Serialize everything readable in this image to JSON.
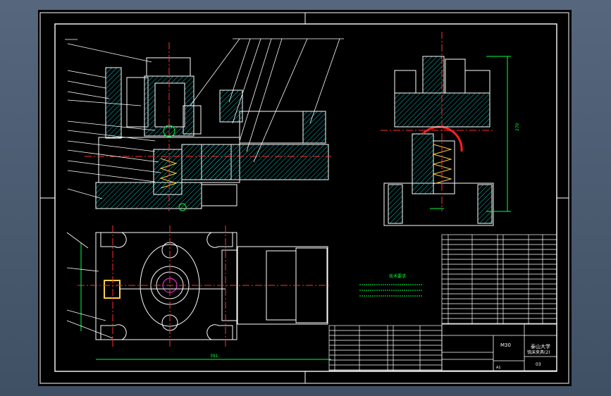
{
  "title_block": {
    "scale_code": "M30",
    "school": "泰山大学",
    "drawing_name": "铣床夹具(2)",
    "drawing_no": "03",
    "sheet_label": "A1"
  },
  "notes": {
    "heading": "技术要求"
  },
  "dimensions": {
    "plan_width": "391",
    "side_height": "270"
  },
  "colors": {
    "frame": "#ffffff",
    "outline": "#ffffff",
    "hatch": "#00c8c8",
    "center": "#ff3030",
    "dimension": "#00ff40",
    "accent": "#ff40ff",
    "leader": "#ffffff"
  }
}
